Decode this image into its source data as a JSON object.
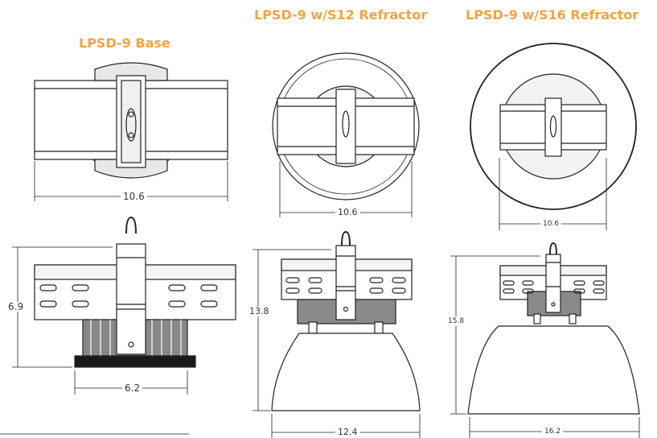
{
  "titles": {
    "base": "LPSD-9 Base",
    "s12": "LPSD-9 w/S12 Refractor",
    "s16": "LPSD-9 w/S16 Refractor"
  },
  "dimensions": {
    "base_top_width": "10.6",
    "base_side_height": "6.9",
    "base_side_width": "6.2",
    "s12_top_width": "10.6",
    "s12_side_height": "13.8",
    "s12_side_width": "12.4",
    "s16_top_width": "10.6",
    "s16_side_height": "15.8",
    "s16_side_width": "16.2"
  },
  "colors": {
    "title": "#f4a340",
    "line": "#222222"
  }
}
